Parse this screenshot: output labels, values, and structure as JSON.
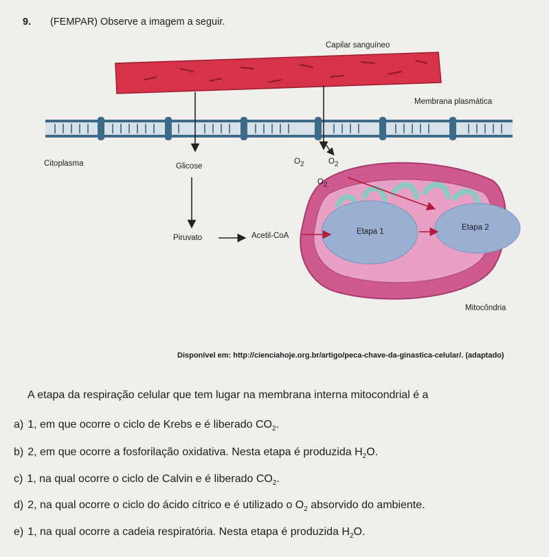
{
  "question": {
    "number": "9.",
    "source_tag": "(FEMPAR)",
    "prompt": "Observe a imagem a seguir."
  },
  "figure": {
    "labels": {
      "capillary": "Capilar sanguíneo",
      "membrane": "Membrana plasmática",
      "cytoplasm": "Citoplasma",
      "glucose": "Glicose",
      "o2_a": "O",
      "o2_b": "O",
      "o2_c": "O",
      "o2_sub": "2",
      "pyruvate": "Piruvato",
      "acetyl_coa": "Acetil-CoA",
      "stage1": "Etapa 1",
      "stage2": "Etapa 2",
      "mitochondrion": "Mitocôndria"
    },
    "colors": {
      "capillary": "#d6334a",
      "membrane": "#3f6b8a",
      "mitochondrion_outer": "#cf5a8e",
      "mitochondrion_inner": "#e8a1c4",
      "crista": "#8dc9c4",
      "stage_ellipse": "#9ab0d3",
      "arrow_red": "#b3193a"
    }
  },
  "source": "Disponível em: http://cienciahoje.org.br/artigo/peca-chave-da-ginastica-celular/. (adaptado)",
  "stem": "A etapa da respiração celular que tem lugar na membrana interna mitocondrial é a",
  "options": [
    {
      "letter": "a)",
      "pre": "1, em que ocorre o ciclo de Krebs e é liberado CO",
      "sub": "2",
      "post": "."
    },
    {
      "letter": "b)",
      "pre": "2, em que ocorre a fosforilação oxidativa. Nesta etapa é produzida H",
      "sub": "2",
      "post": "O."
    },
    {
      "letter": "c)",
      "pre": "1, na qual ocorre o ciclo de Calvin e é liberado CO",
      "sub": "2",
      "post": "."
    },
    {
      "letter": "d)",
      "pre": "2, na qual ocorre o ciclo do ácido cítrico e é utilizado o O",
      "sub": "2",
      "post": " absorvido do ambiente."
    },
    {
      "letter": "e)",
      "pre": "1, na qual ocorre a cadeia respiratória. Nesta etapa é produzida H",
      "sub": "2",
      "post": "O."
    }
  ]
}
